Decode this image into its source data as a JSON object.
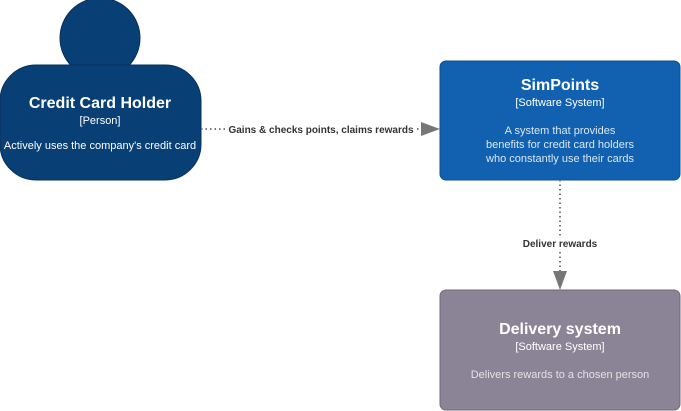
{
  "person": {
    "title": "Credit Card Holder",
    "type": "[Person]",
    "description": "Actively uses the company's credit card",
    "color": "#083f75"
  },
  "simpoints": {
    "title": "SimPoints",
    "type": "[Software System]",
    "description": [
      "A system that provides",
      "benefits for credit card holders",
      "who constantly use their cards"
    ],
    "color": "#1161b0"
  },
  "delivery": {
    "title": "Delivery system",
    "type": "[Software System]",
    "description": "Delivers rewards to a chosen person",
    "color": "#8b8496"
  },
  "edges": {
    "person_to_simpoints": "Gains & checks points, claims rewards",
    "simpoints_to_delivery": "Deliver rewards"
  },
  "colors": {
    "edge": "#777777",
    "text_light": "#ffffff",
    "text_muted": "#d9e4f0"
  }
}
